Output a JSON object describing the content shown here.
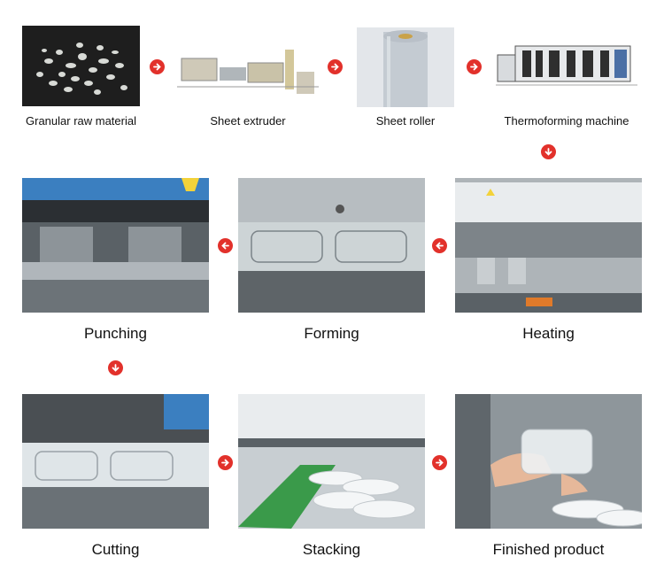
{
  "top_row": {
    "steps": [
      {
        "label": "Granular raw material",
        "image": "plastic-granules-photo"
      },
      {
        "label": "Sheet extruder",
        "image": "sheet-extruder-machine-photo"
      },
      {
        "label": "Sheet roller",
        "image": "sheet-roll-photo"
      },
      {
        "label": "Thermoforming machine",
        "image": "thermoforming-machine-photo"
      }
    ]
  },
  "process_steps": [
    {
      "label": "Heating",
      "image": "heating-station-photo"
    },
    {
      "label": "Forming",
      "image": "forming-station-photo"
    },
    {
      "label": "Punching",
      "image": "punching-station-photo"
    },
    {
      "label": "Cutting",
      "image": "cutting-station-photo"
    },
    {
      "label": "Stacking",
      "image": "stacking-station-photo"
    },
    {
      "label": "Finished product",
      "image": "finished-container-photo"
    }
  ],
  "colors": {
    "arrow": "#e2312b",
    "machine_steel": "#9aa3a8",
    "panel_blue": "#3b7fc0",
    "conveyor_green": "#3a9a4a"
  },
  "icons": {
    "flow_arrow": "arrow-circle-icon"
  }
}
